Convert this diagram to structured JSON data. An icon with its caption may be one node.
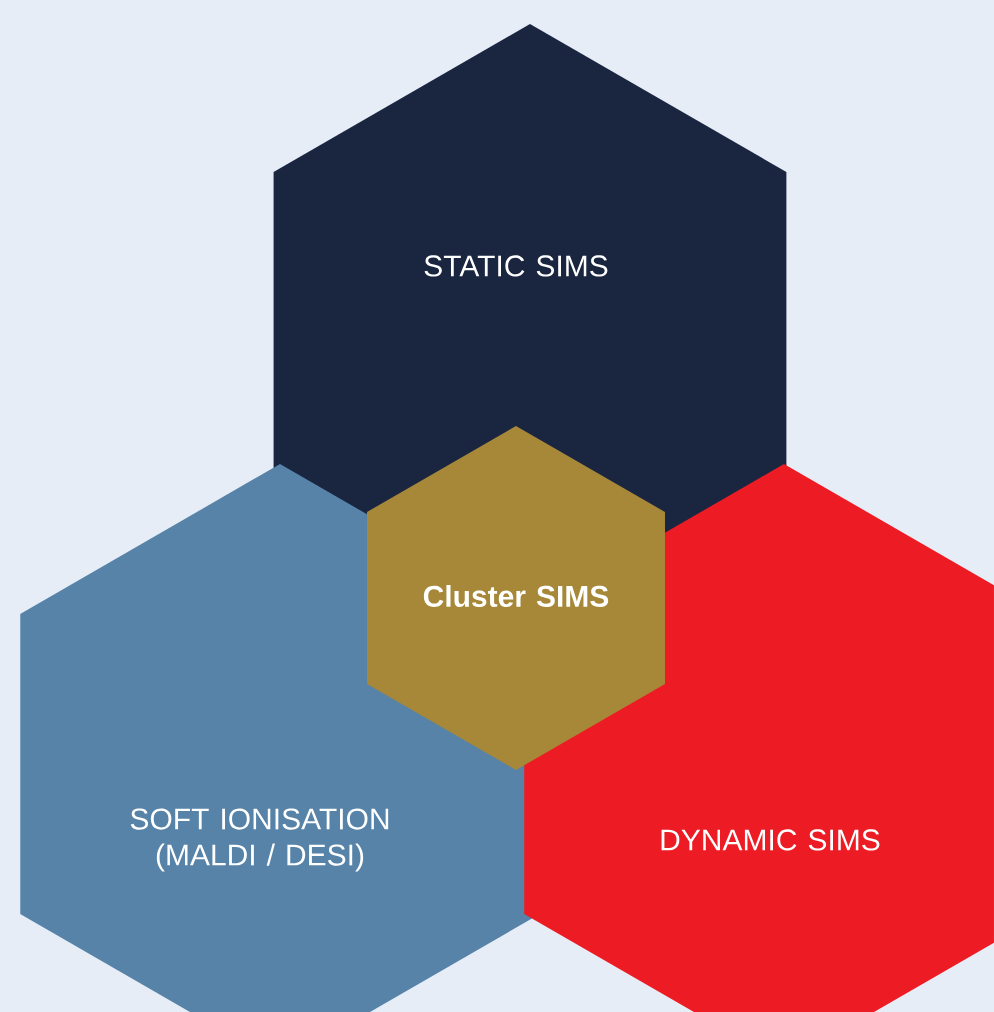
{
  "diagram": {
    "nodes": [
      {
        "text": [
          "STATIC SIMS"
        ]
      },
      {
        "text": [
          "Cluster SIMS"
        ]
      },
      {
        "text": [
          "SOFT IONISATION (MALDI / DESI)"
        ]
      },
      {
        "text": [
          "DYNAMIC SIMS"
        ]
      }
    ]
  }
}
